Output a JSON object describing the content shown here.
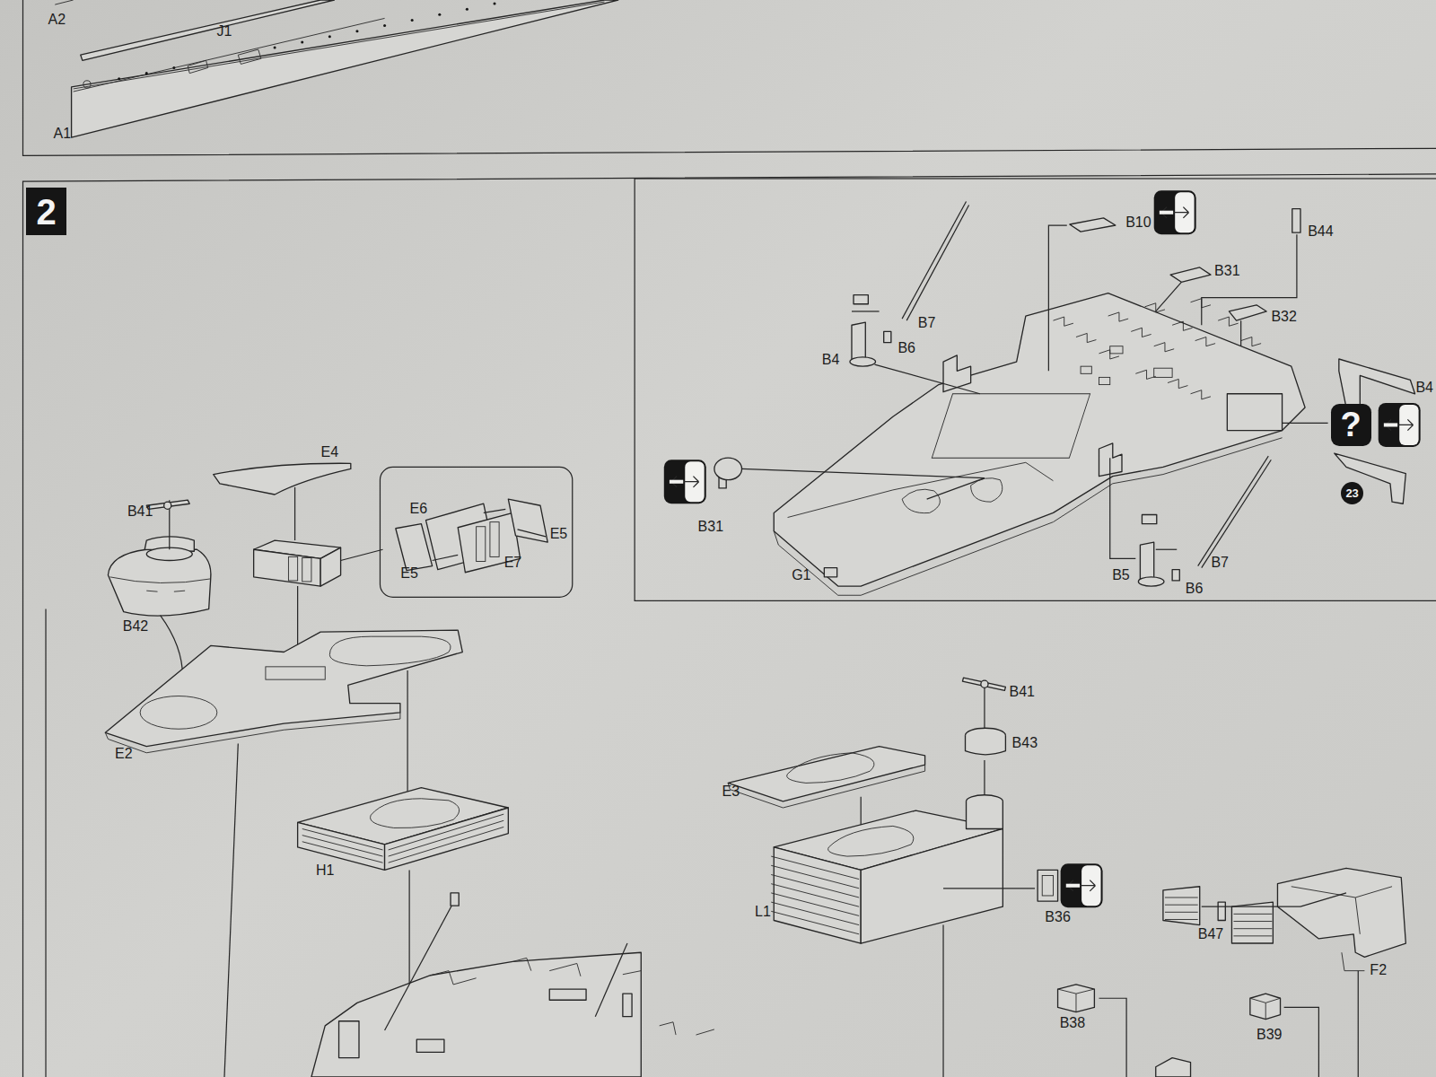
{
  "diagram": {
    "nodes": [
      {
        "text": [
          "2"
        ]
      },
      {
        "text": [
          "?"
        ]
      },
      {
        "text": [
          "23"
        ]
      }
    ],
    "labels": [
      "A2",
      "J1",
      "A1",
      "E4",
      "B41",
      "E6",
      "E5",
      "E5",
      "E7",
      "B42",
      "E2",
      "H1",
      "B7",
      "B10",
      "B44",
      "B31",
      "B32",
      "B4",
      "B6",
      "B4",
      "B31",
      "G1",
      "B5",
      "B7",
      "B6",
      "B41",
      "B43",
      "E3",
      "L1",
      "B36",
      "B47",
      "F2",
      "B38",
      "B39"
    ]
  }
}
